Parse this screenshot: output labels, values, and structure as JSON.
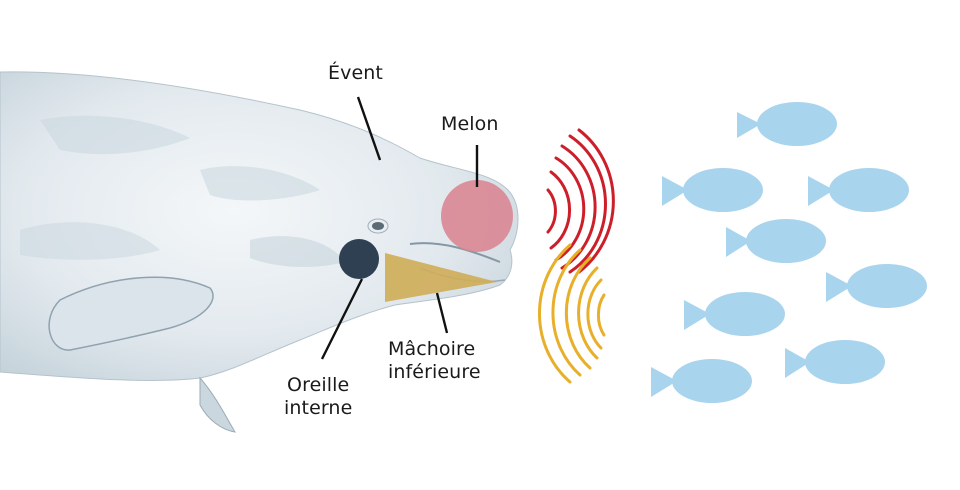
{
  "labels": {
    "blowhole": "Évent",
    "melon": "Melon",
    "lower_jaw_line1": "Mâchoire",
    "lower_jaw_line2": "inférieure",
    "inner_ear_line1": "Oreille",
    "inner_ear_line2": "interne"
  },
  "colors": {
    "background": "#ffffff",
    "whale_body": "#e9eef1",
    "whale_shade": "#b9c9d2",
    "melon": "#d98793",
    "inner_ear": "#2e4052",
    "lower_jaw": "#cfae5a",
    "outgoing_waves": "#cc1f2a",
    "returning_waves": "#e8b02a",
    "fish": "#a9d4ee",
    "leader_lines": "#111111"
  },
  "icons": {
    "whale": "beluga-head-illustration",
    "fish": "fish-icon"
  }
}
